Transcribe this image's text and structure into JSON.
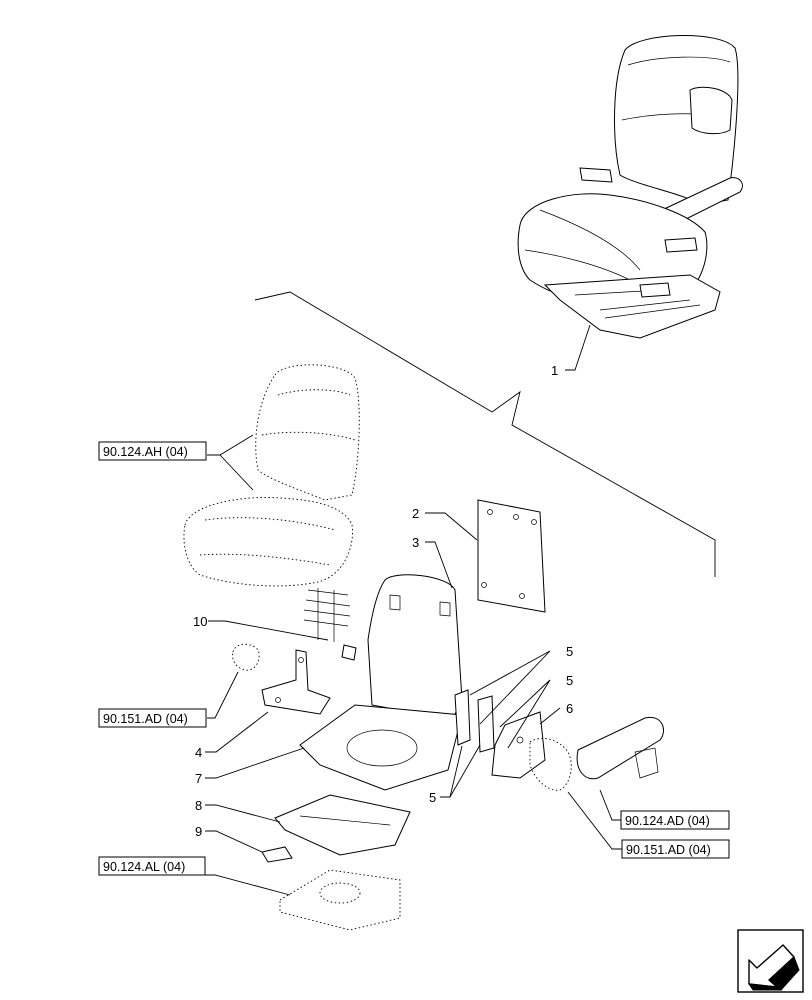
{
  "callouts": {
    "c1": "1",
    "c2": "2",
    "c3": "3",
    "c4": "4",
    "c5a": "5",
    "c5b": "5",
    "c5c": "5",
    "c6": "6",
    "c7": "7",
    "c8": "8",
    "c9": "9",
    "c10": "10"
  },
  "references": {
    "ah": "90.124.AH (04)",
    "ad_left": "90.151.AD (04)",
    "al": "90.124.AL (04)",
    "ad_armrest": "90.124.AD (04)",
    "ad_right": "90.151.AD (04)"
  },
  "navigation": {
    "icon": "arrow-down-left-icon"
  }
}
